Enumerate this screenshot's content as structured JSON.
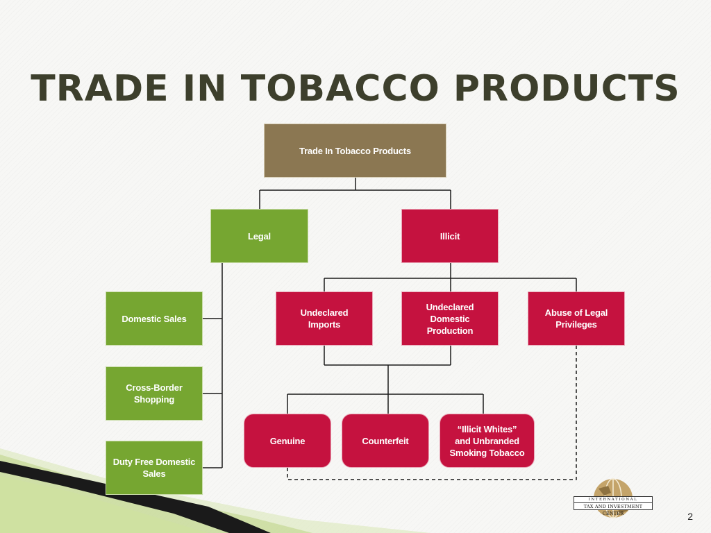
{
  "title": "TRADE IN TOBACCO PRODUCTS",
  "diagram": {
    "root": "Trade In Tobacco Products",
    "legal": "Legal",
    "illicit": "Illicit",
    "domestic_sales": "Domestic Sales",
    "cross_border": "Cross-Border\nShopping",
    "duty_free": "Duty Free Domestic\nSales",
    "undeclared_imports": "Undeclared\nImports",
    "undeclared_domestic": "Undeclared\nDomestic\nProduction",
    "abuse_privileges": "Abuse of Legal\nPrivileges",
    "genuine": "Genuine",
    "counterfeit": "Counterfeit",
    "illicit_whites": "“Illicit Whites”\nand Unbranded\nSmoking Tobacco"
  },
  "colors": {
    "root": "#8b7752",
    "legal": "#76a631",
    "illicit": "#c5123f",
    "title": "#3d3f2c"
  },
  "logo": {
    "line1": "INTERNATIONAL",
    "line2": "TAX AND INVESTMENT CENTER"
  },
  "page_number": "2"
}
